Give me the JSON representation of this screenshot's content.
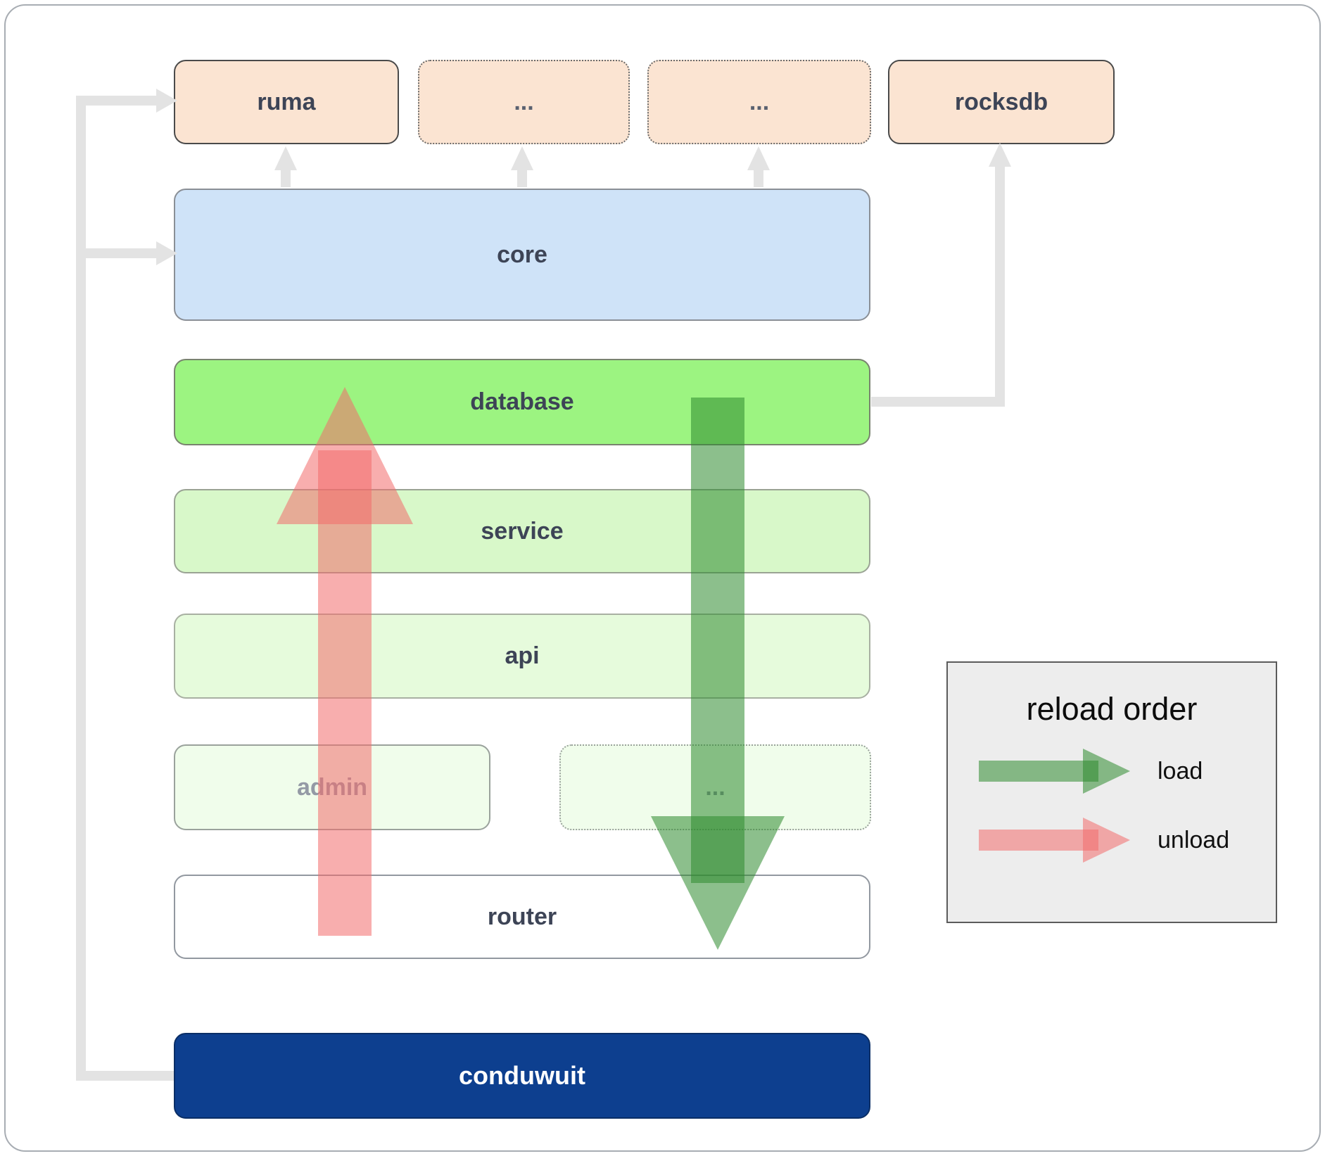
{
  "colors": {
    "peach": "#fbe4d2",
    "core_blue": "#cfe3f8",
    "database_green": "#9cf481",
    "service_green": "#d8f8c9",
    "api_green": "#e6fbdc",
    "admin_green": "#f0fdeb",
    "conduwuit_blue": "#0d3f8f",
    "connector_gray": "#e3e3e3",
    "load_green": "#2e8b2e",
    "unload_red": "#f26b6b"
  },
  "diagram": {
    "top_row": [
      {
        "label": "ruma"
      },
      {
        "label": "..."
      },
      {
        "label": "..."
      },
      {
        "label": "rocksdb"
      }
    ],
    "core": {
      "label": "core"
    },
    "database": {
      "label": "database"
    },
    "service": {
      "label": "service"
    },
    "api": {
      "label": "api"
    },
    "admin": {
      "label": "admin"
    },
    "admin_dots": {
      "label": "..."
    },
    "router": {
      "label": "router"
    },
    "conduwuit": {
      "label": "conduwuit"
    }
  },
  "legend": {
    "title": "reload order",
    "items": [
      {
        "label": "load"
      },
      {
        "label": "unload"
      }
    ]
  }
}
